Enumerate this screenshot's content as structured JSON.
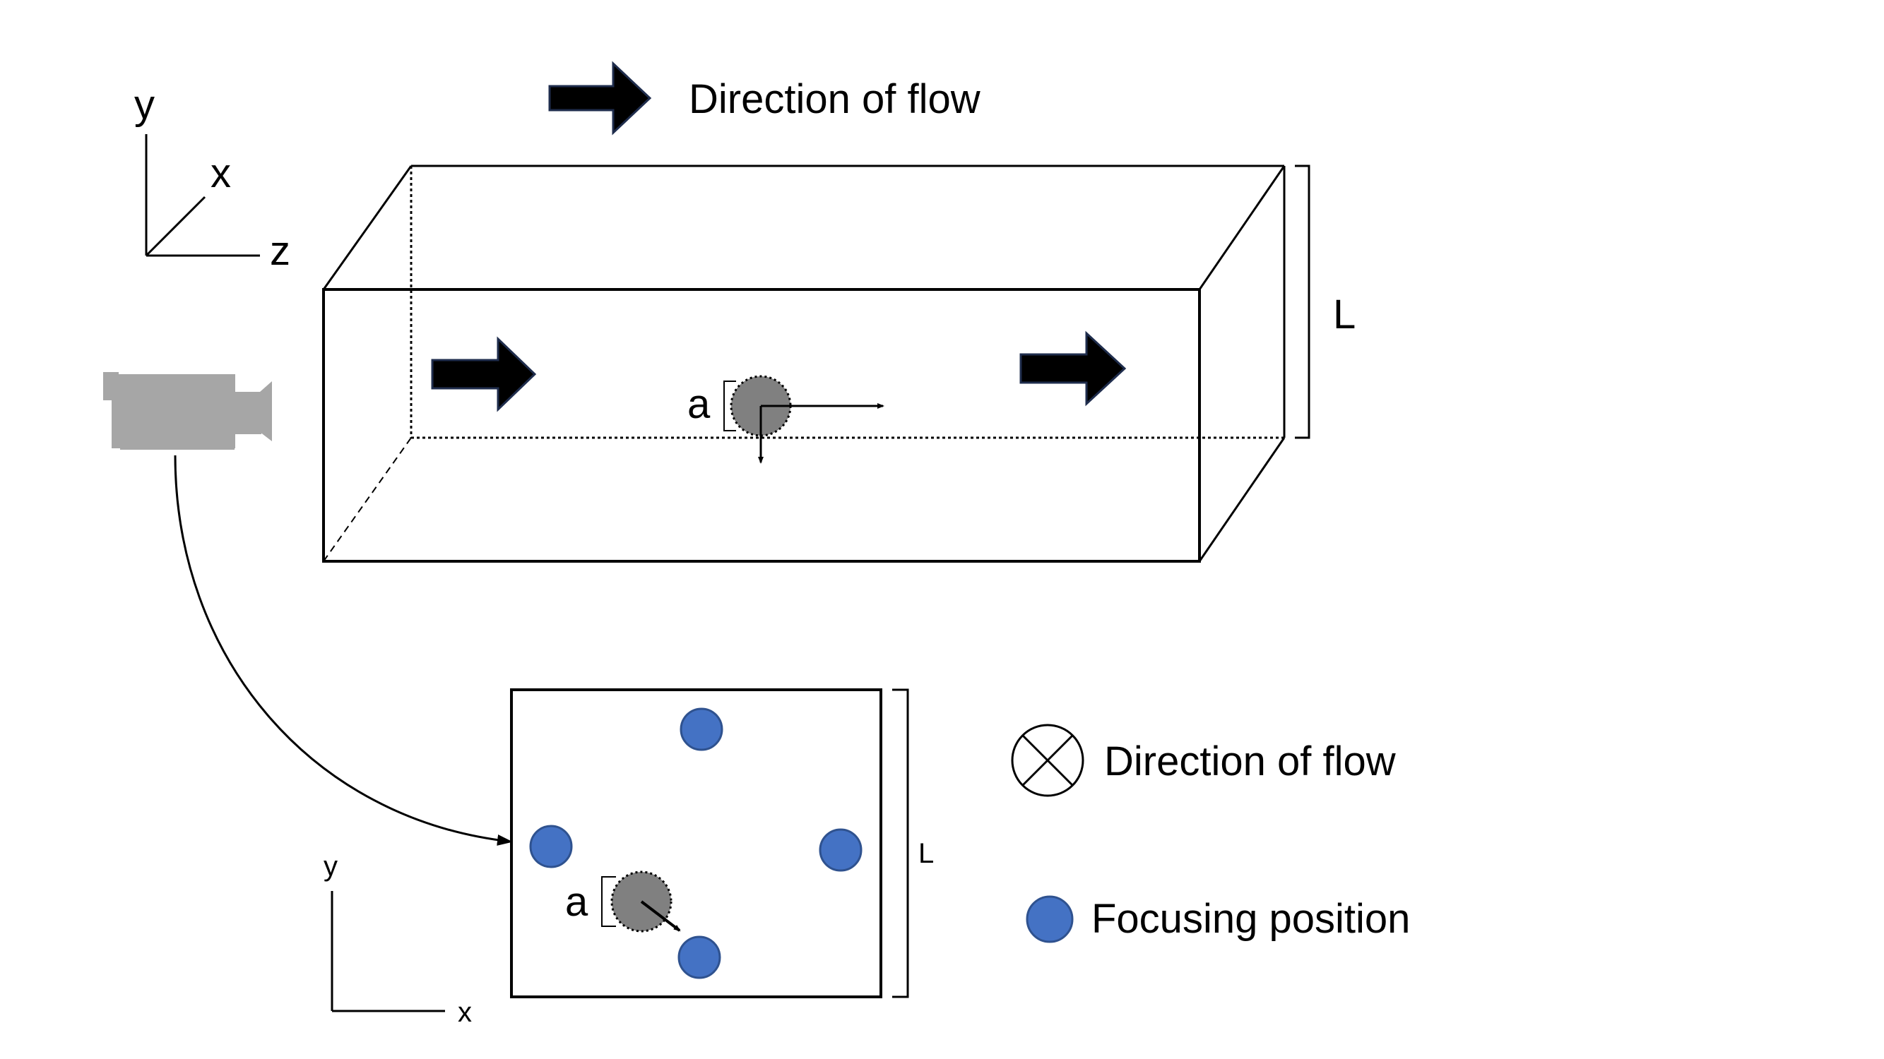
{
  "top": {
    "flow_label": "Direction of flow",
    "axes": {
      "y": "y",
      "x": "x",
      "z": "z"
    },
    "particle_label": "a",
    "length_label": "L"
  },
  "bottom": {
    "axes": {
      "y": "y",
      "x": "x"
    },
    "particle_label": "a",
    "length_label": "L"
  },
  "legend": {
    "flow_label": "Direction of flow",
    "focusing_label": "Focusing position"
  },
  "colors": {
    "focus_dot": "#4472c4",
    "focus_dot_stroke": "#2f528f",
    "particle": "#808080",
    "camera": "#a6a6a6",
    "arrow": "#000000",
    "arrow_outline": "#1f2d4d"
  },
  "icons": {
    "camera": "video-camera-icon",
    "flow_arrow": "block-arrow-right-icon",
    "flow_into_page": "circle-cross-icon"
  }
}
